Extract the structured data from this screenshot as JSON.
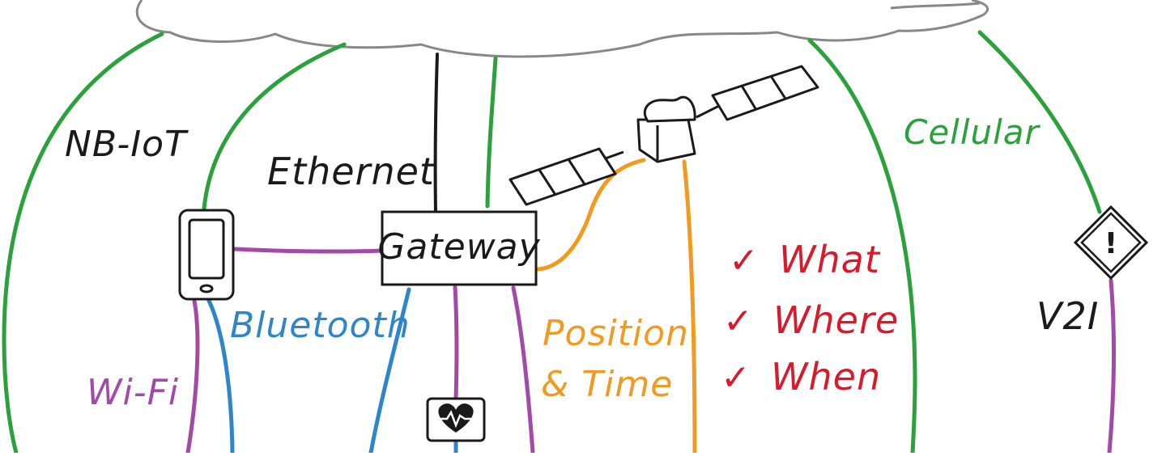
{
  "labels": {
    "nbiot": "NB-IoT",
    "ethernet": "Ethernet",
    "gateway": "Gateway",
    "bluetooth": "Bluetooth",
    "wifi": "Wi-Fi",
    "position": "Position",
    "time": "& Time",
    "what": "What",
    "where": "Where",
    "when": "When",
    "cellular": "Cellular",
    "v2i": "V2I",
    "check": "✓",
    "warning": "!"
  },
  "colors": {
    "green": "#2aa13a",
    "purple": "#a34aa8",
    "blue": "#2e86c9",
    "orange": "#f29a1f",
    "red": "#d81b2c",
    "ink": "#1a1a1a",
    "cloud_stroke": "#888888"
  },
  "icons": [
    "cloud-icon",
    "satellite-icon",
    "smartphone-icon",
    "heart-monitor-icon",
    "warning-sign-icon"
  ]
}
